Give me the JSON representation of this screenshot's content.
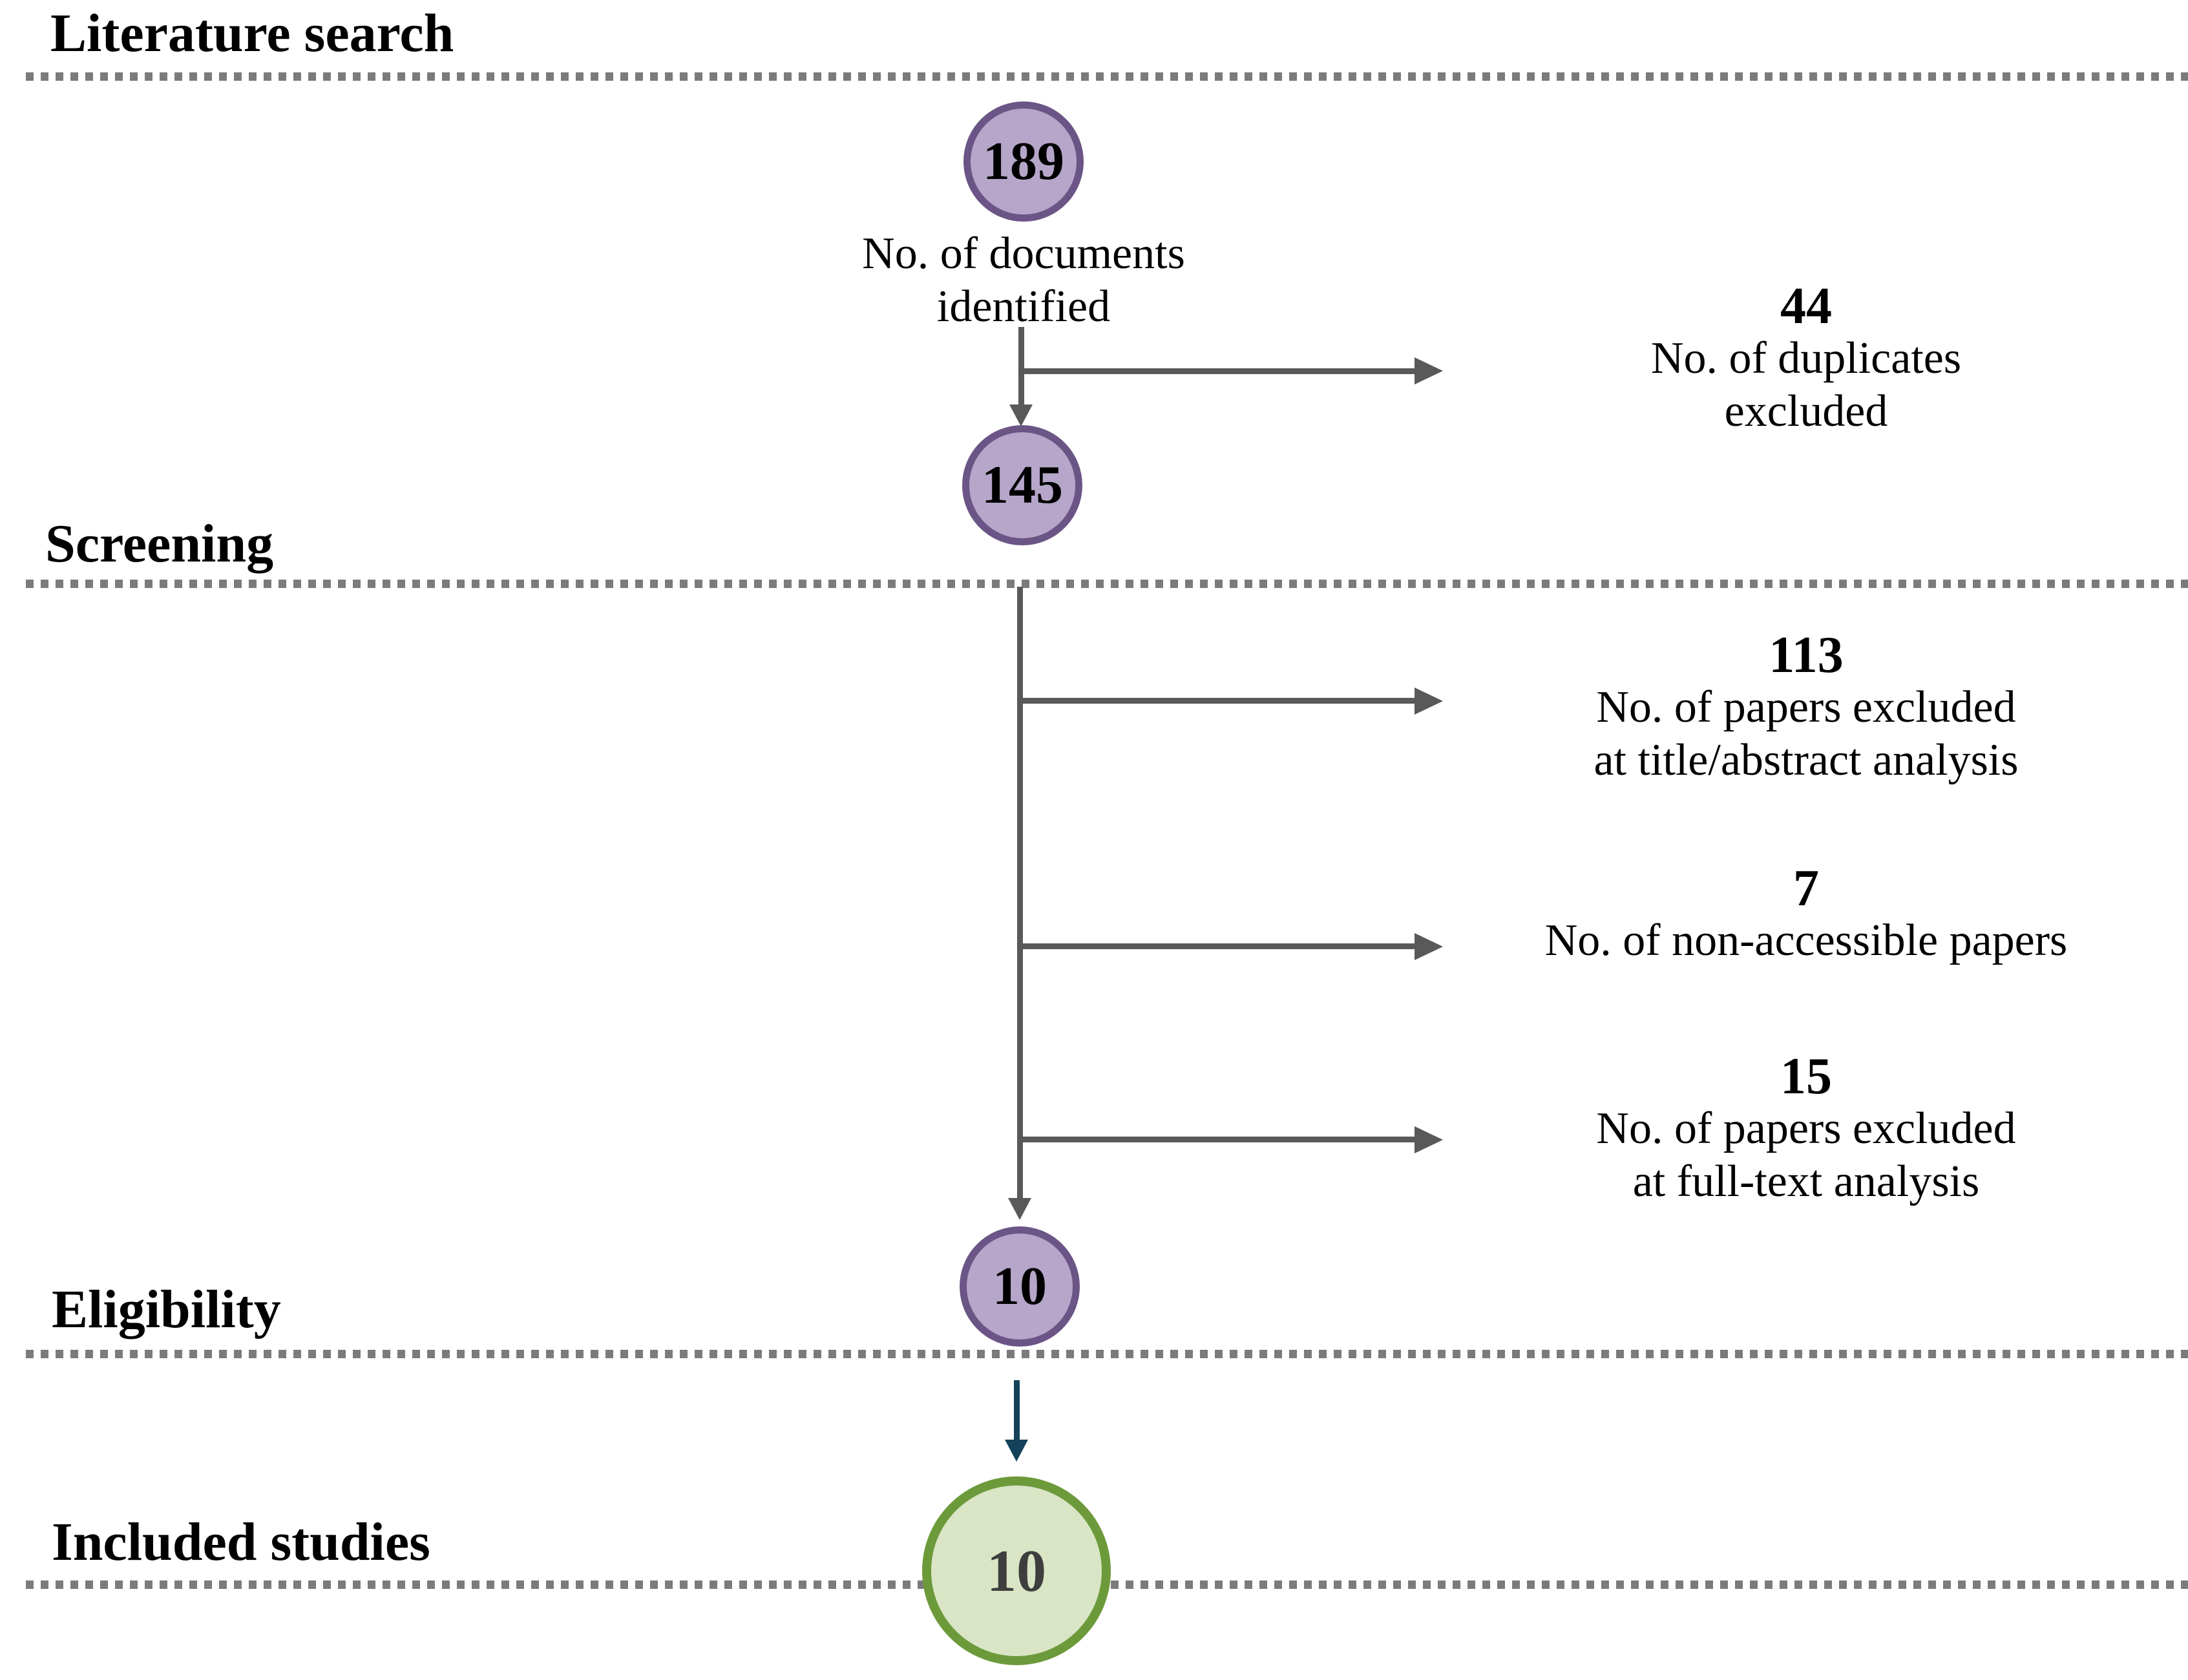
{
  "sections": [
    {
      "label": "Literature search"
    },
    {
      "label": "Screening"
    },
    {
      "label": "Eligibility"
    },
    {
      "label": "Included studies"
    }
  ],
  "nodes": [
    {
      "value": "189",
      "label_lines": [
        "No. of documents",
        "identified"
      ]
    },
    {
      "value": "145"
    },
    {
      "value": "10"
    },
    {
      "value": "10"
    }
  ],
  "exclusions": [
    {
      "value": "44",
      "label_lines": [
        "No. of duplicates",
        "excluded"
      ]
    },
    {
      "value": "113",
      "label_lines": [
        "No. of papers excluded",
        "at title/abstract analysis"
      ]
    },
    {
      "value": "7",
      "label_lines": [
        "No. of non-accessible papers"
      ]
    },
    {
      "value": "15",
      "label_lines": [
        "No. of papers excluded",
        "at full-text analysis"
      ]
    }
  ],
  "colors": {
    "node_fill": "#b6a6c9",
    "node_border": "#6b5586",
    "included_fill": "#d9e5c5",
    "included_border": "#6c9a3a",
    "included_text": "#3e3e3e",
    "connector_gray": "#595959",
    "divider_gray": "#7b7b7b",
    "final_arrow_navy": "#14425a",
    "text_black": "#000000"
  }
}
